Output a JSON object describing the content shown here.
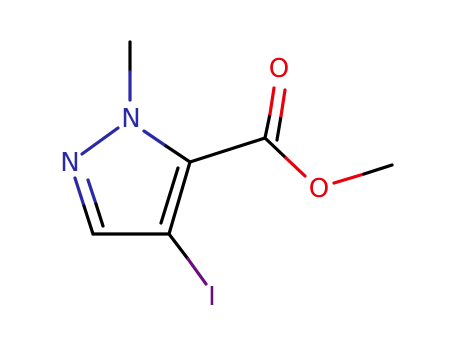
{
  "structure": {
    "atoms": {
      "o_carbonyl": {
        "symbol": "O",
        "color": "#e8000b"
      },
      "n1": {
        "symbol": "N",
        "color": "#2a2aa6"
      },
      "n2": {
        "symbol": "N",
        "color": "#2a2aa6"
      },
      "o_ester": {
        "symbol": "O",
        "color": "#e8000b"
      },
      "iodine": {
        "symbol": "I",
        "color": "#6a0d83"
      }
    },
    "colors": {
      "carbon_bond": "#000000",
      "nitrogen": "#2a2aa6",
      "oxygen": "#e8000b",
      "iodine": "#6a0d83",
      "background": "#ffffff"
    }
  }
}
